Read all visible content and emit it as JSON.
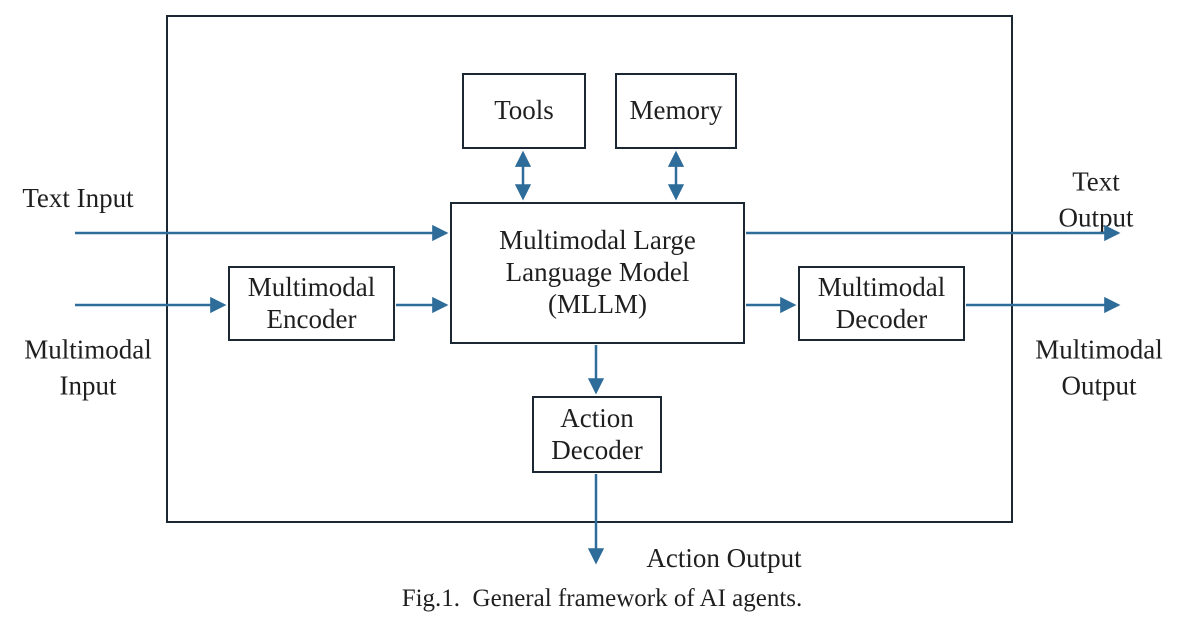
{
  "figure": {
    "caption": "Fig.1.  General framework of AI agents."
  },
  "diagram": {
    "boxes": {
      "tools": "Tools",
      "memory": "Memory",
      "mllm": "Multimodal Large\nLanguage Model\n(MLLM)",
      "encoder": "Multimodal\nEncoder",
      "decoder": "Multimodal\nDecoder",
      "action_decoder": "Action\nDecoder"
    },
    "io_labels": {
      "text_input": "Text Input",
      "multimodal_input": "Multimodal\nInput",
      "text_output": "Text Output",
      "multimodal_output": "Multimodal\nOutput",
      "action_output": "Action Output"
    },
    "colors": {
      "arrow": "#2e6c99",
      "box_border": "#1b2733",
      "text": "#1f1f1f",
      "background": "#ffffff"
    }
  }
}
